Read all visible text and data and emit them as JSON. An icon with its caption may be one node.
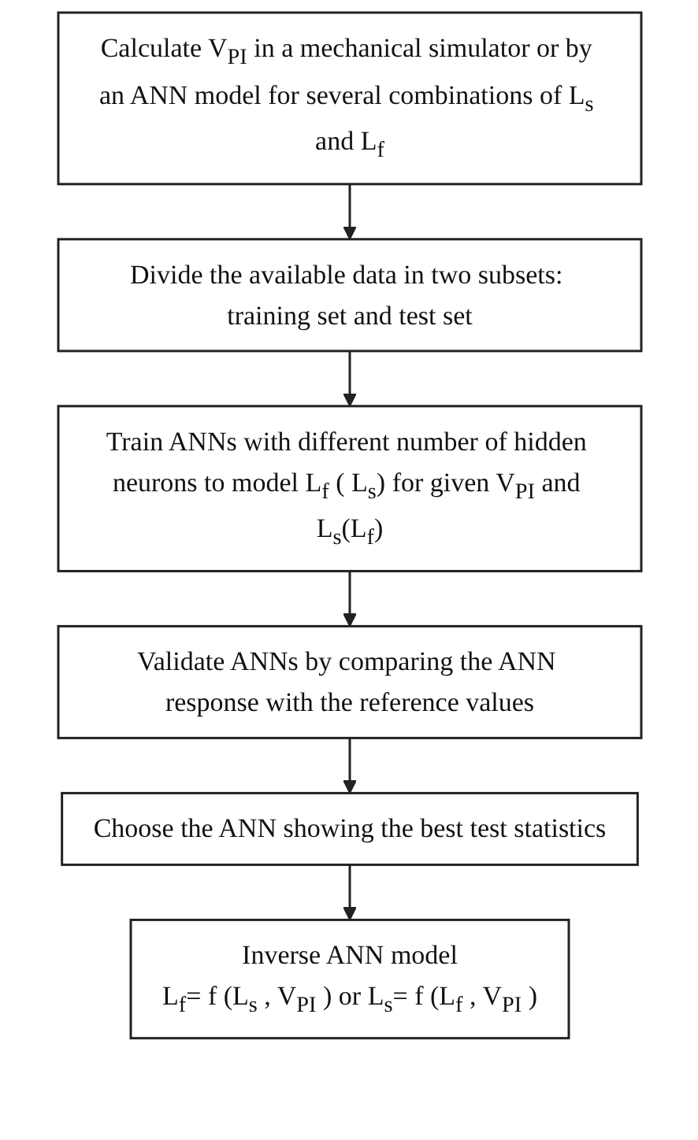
{
  "diagram": {
    "nodes": [
      {
        "text": [
          "Calculate V$_{PI}$ in a mechanical simulator or by an ANN model for several combinations of L$_{s}$ and L$_{f}$"
        ]
      },
      {
        "text": [
          "Divide the available data in two subsets: training set and test set"
        ]
      },
      {
        "text": [
          "Train ANNs with different number of hidden neurons to model L$_{f}$ ( L$_{s}$) for given V$_{PI}$ and L$_{s}$(L$_{f}$)"
        ]
      },
      {
        "text": [
          "Validate ANNs by comparing the ANN response with the reference values"
        ]
      },
      {
        "text": [
          "Choose the ANN showing the best test statistics"
        ]
      },
      {
        "text": [
          "Inverse ANN model",
          "L$_{f}$= f (L$_{s}$ , V$_{PI}$ ) or L$_{s}$= f (L$_{f}$ , V$_{PI}$ )"
        ]
      }
    ],
    "edges": [
      {
        "from": 0,
        "to": 1,
        "arrow": "to"
      },
      {
        "from": 1,
        "to": 2,
        "arrow": "to"
      },
      {
        "from": 2,
        "to": 3,
        "arrow": "to"
      },
      {
        "from": 3,
        "to": 4,
        "arrow": "to"
      },
      {
        "from": 4,
        "to": 5,
        "arrow": "to"
      }
    ]
  }
}
